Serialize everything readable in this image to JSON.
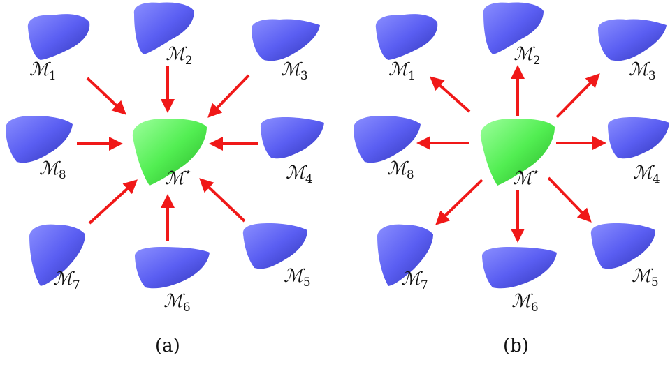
{
  "panels": [
    {
      "caption": "(a)",
      "direction": "inward",
      "center": {
        "symbol": "ℳ",
        "sup": "⋆"
      },
      "models": [
        {
          "symbol": "ℳ",
          "sub": "1"
        },
        {
          "symbol": "ℳ",
          "sub": "2"
        },
        {
          "symbol": "ℳ",
          "sub": "3"
        },
        {
          "symbol": "ℳ",
          "sub": "4"
        },
        {
          "symbol": "ℳ",
          "sub": "5"
        },
        {
          "symbol": "ℳ",
          "sub": "6"
        },
        {
          "symbol": "ℳ",
          "sub": "7"
        },
        {
          "symbol": "ℳ",
          "sub": "8"
        }
      ]
    },
    {
      "caption": "(b)",
      "direction": "outward",
      "center": {
        "symbol": "ℳ",
        "sup": "⋆"
      },
      "models": [
        {
          "symbol": "ℳ",
          "sub": "1"
        },
        {
          "symbol": "ℳ",
          "sub": "2"
        },
        {
          "symbol": "ℳ",
          "sub": "3"
        },
        {
          "symbol": "ℳ",
          "sub": "4"
        },
        {
          "symbol": "ℳ",
          "sub": "5"
        },
        {
          "symbol": "ℳ",
          "sub": "6"
        },
        {
          "symbol": "ℳ",
          "sub": "7"
        },
        {
          "symbol": "ℳ",
          "sub": "8"
        }
      ]
    }
  ],
  "colors": {
    "model": "#5a5ef2",
    "center": "#52ee52",
    "arrow": "#f01818"
  }
}
